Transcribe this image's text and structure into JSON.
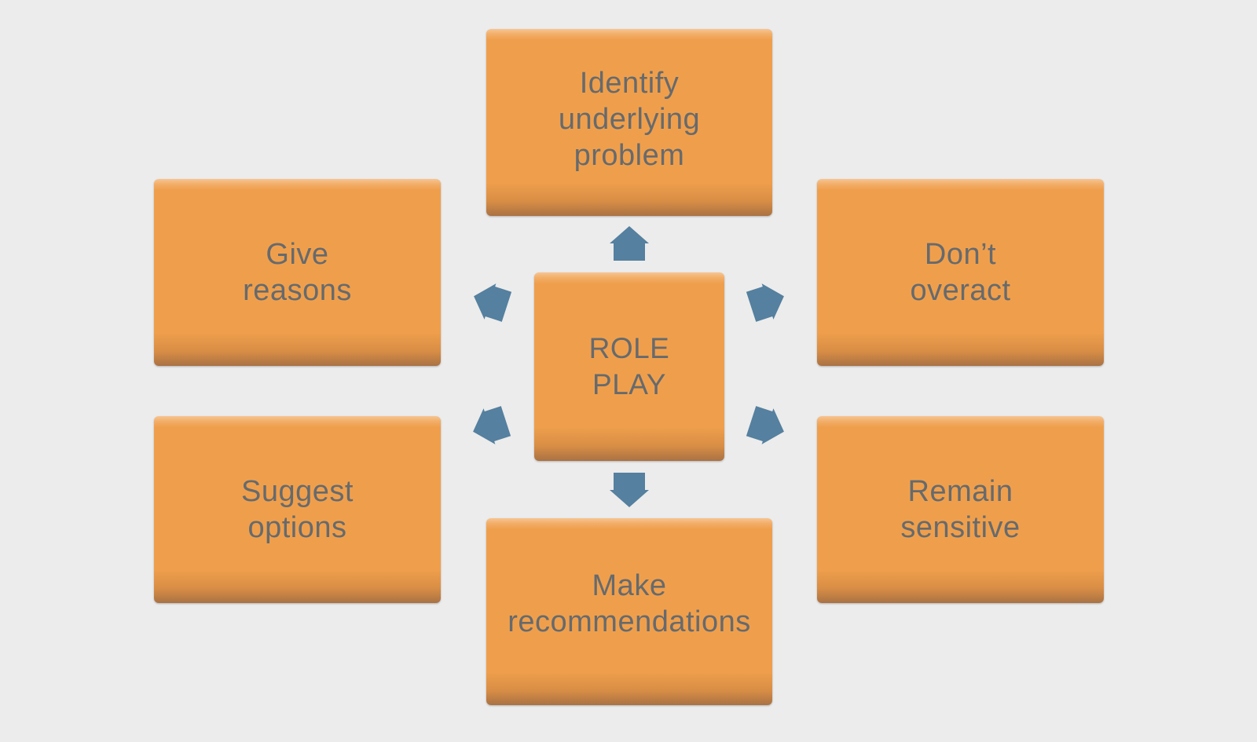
{
  "diagram": {
    "center": {
      "label": "ROLE\nPLAY"
    },
    "nodes": {
      "top": {
        "label": "Identify\nunderlying\nproblem"
      },
      "top_left": {
        "label": "Give\nreasons"
      },
      "top_right": {
        "label": "Don’t\noveract"
      },
      "bottom_left": {
        "label": "Suggest\noptions"
      },
      "bottom_right": {
        "label": "Remain\nsensitive"
      },
      "bottom": {
        "label": "Make\nrecommendations"
      }
    }
  },
  "colors": {
    "background": "#ececec",
    "box_fill": "#ef9f4c",
    "text": "#666a6d",
    "arrow": "#55809f"
  }
}
